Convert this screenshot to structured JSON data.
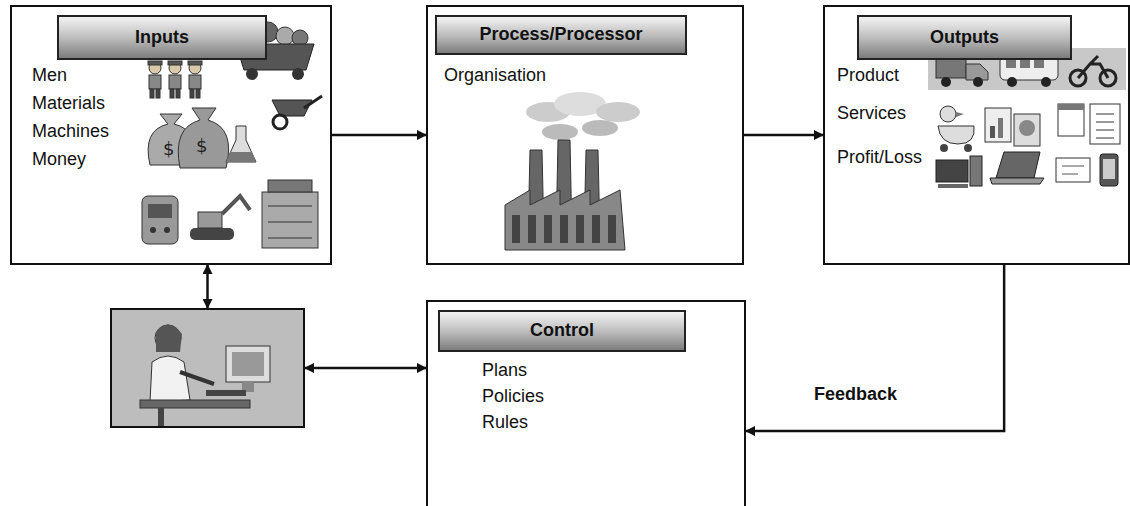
{
  "diagram": {
    "nodes": [
      {
        "text": [
          "Inputs",
          "Men",
          "Materials",
          "Machines",
          "Money"
        ]
      },
      {
        "text": [
          "Process/Processor",
          "Organisation"
        ]
      },
      {
        "text": [
          "Outputs",
          "Product",
          "Services",
          "Profit/Loss"
        ]
      },
      {
        "text": []
      },
      {
        "text": [
          "Control",
          "Plans",
          "Policies",
          "Rules"
        ]
      }
    ],
    "edges": [
      {
        "from": 0,
        "to": 1,
        "arrow": "to"
      },
      {
        "from": 1,
        "to": 2,
        "arrow": "to"
      },
      {
        "from": 2,
        "to": 4,
        "label": "Feedback",
        "arrow": "to"
      },
      {
        "from": 4,
        "to": 3,
        "arrow": "both"
      },
      {
        "from": 3,
        "to": 0,
        "arrow": "both"
      }
    ]
  }
}
